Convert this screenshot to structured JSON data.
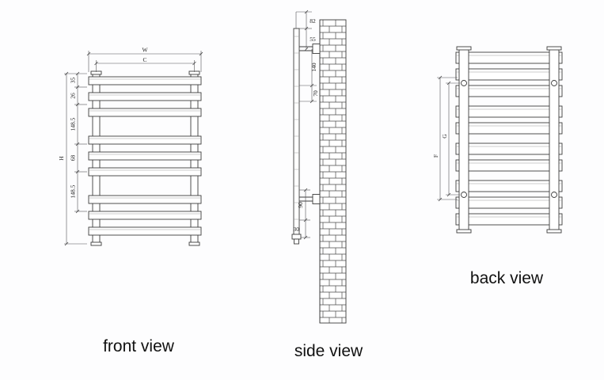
{
  "drawing": {
    "front": {
      "label": "front view",
      "dim_w": "W",
      "dim_c": "C",
      "dim_h": "H",
      "chain": [
        "35",
        "26",
        "148.5",
        "68",
        "148.5"
      ]
    },
    "side": {
      "label": "side view",
      "dims": [
        "82",
        "55",
        "140",
        "70",
        "90",
        "30"
      ]
    },
    "back": {
      "label": "back view",
      "dim_f": "F",
      "dim_g": "G"
    }
  },
  "colors": {
    "line": "#3c3c3c",
    "dimension": "#555555",
    "text": "#111111",
    "background": "#fdfdfe"
  }
}
